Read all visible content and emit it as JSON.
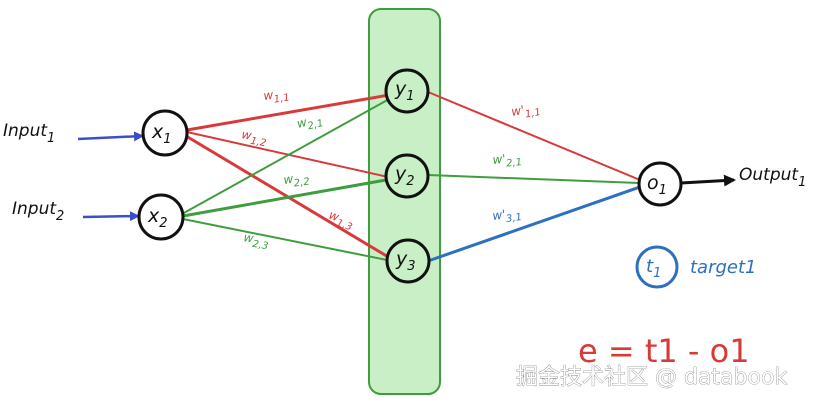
{
  "colors": {
    "red": "#d83a3a",
    "green": "#3f9d3f",
    "blue": "#2d6fc0",
    "arrow_blue": "#3b4fc8",
    "hidden_band_fill": "#c9efc6",
    "hidden_band_stroke": "#3f9d3f",
    "node_stroke": "#111111"
  },
  "inputs": [
    {
      "label": "Input",
      "sub": "1"
    },
    {
      "label": "Input",
      "sub": "2"
    }
  ],
  "input_nodes": [
    {
      "label": "x",
      "sub": "1"
    },
    {
      "label": "x",
      "sub": "2"
    }
  ],
  "hidden_nodes": [
    {
      "label": "y",
      "sub": "1"
    },
    {
      "label": "y",
      "sub": "2"
    },
    {
      "label": "y",
      "sub": "3"
    }
  ],
  "output_node": {
    "label": "o",
    "sub": "1"
  },
  "output": {
    "label": "Output",
    "sub": "1"
  },
  "weights_input_hidden": [
    {
      "label": "w",
      "sub": "1,1",
      "color": "red"
    },
    {
      "label": "w",
      "sub": "1,2",
      "color": "red"
    },
    {
      "label": "w",
      "sub": "1,3",
      "color": "red"
    },
    {
      "label": "w",
      "sub": "2,1",
      "color": "green"
    },
    {
      "label": "w",
      "sub": "2,2",
      "color": "green"
    },
    {
      "label": "w",
      "sub": "2,3",
      "color": "green"
    }
  ],
  "weights_hidden_output": [
    {
      "label": "w'",
      "sub": "1,1",
      "color": "red"
    },
    {
      "label": "w'",
      "sub": "2,1",
      "color": "green"
    },
    {
      "label": "w'",
      "sub": "3,1",
      "color": "blue"
    }
  ],
  "target": {
    "symbol": "t",
    "sub": "1",
    "text": "target1"
  },
  "equation": "e = t1 - o1",
  "watermark": "掘金技术社区 @ databook"
}
